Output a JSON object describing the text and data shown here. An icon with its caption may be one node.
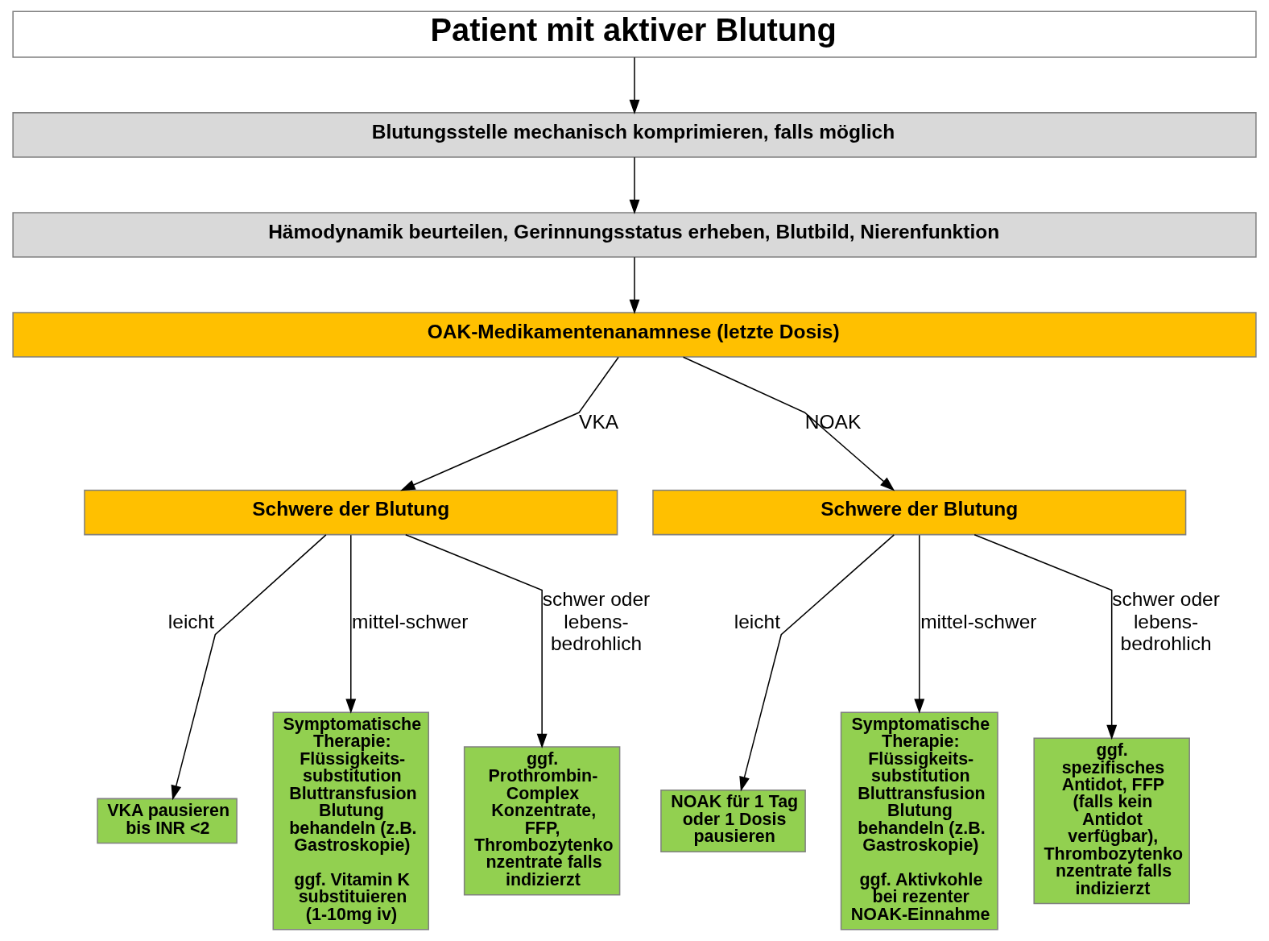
{
  "diagram": {
    "nodes": [
      {
        "text": [
          "Patient mit aktiver Blutung"
        ]
      },
      {
        "text": [
          "Blutungsstelle mechanisch komprimieren, falls möglich"
        ]
      },
      {
        "text": [
          "Hämodynamik beurteilen, Gerinnungsstatus erheben, Blutbild, Nierenfunktion"
        ]
      },
      {
        "text": [
          "OAK-Medikamentenanamnese (letzte Dosis)"
        ]
      },
      {
        "text": [
          "Schwere der Blutung"
        ]
      },
      {
        "text": [
          "Schwere der Blutung"
        ]
      },
      {
        "text": [
          "VKA pausieren bis INR <2"
        ]
      },
      {
        "text": [
          "Symptomatische Therapie: Flüssigkeits- substitution Bluttransfusion Blutung behandeln (z.B. Gastroskopie)",
          "ggf. Vitamin K substituieren (1-10mg iv)"
        ]
      },
      {
        "text": [
          "ggf. Prothrombin- Complex Konzentrate, FFP, Thrombozytenko nzentrate falls indizierzt"
        ]
      },
      {
        "text": [
          "NOAK für 1 Tag oder 1 Dosis pausieren"
        ]
      },
      {
        "text": [
          "Symptomatische Therapie: Flüssigkeits- substitution Bluttransfusion Blutung behandeln (z.B. Gastroskopie)",
          "ggf. Aktivkohle bei rezenter NOAK-Einnahme"
        ]
      },
      {
        "text": [
          "ggf. spezifisches Antidot, FFP (falls kein Antidot verfügbar), Thrombozytenko nzentrate falls indizierzt"
        ]
      }
    ],
    "edges": [
      {
        "from": 0,
        "to": 1,
        "arrow": "to"
      },
      {
        "from": 1,
        "to": 2,
        "arrow": "to"
      },
      {
        "from": 2,
        "to": 3,
        "arrow": "to"
      },
      {
        "from": 3,
        "to": 4,
        "arrow": "to",
        "label": "VKA"
      },
      {
        "from": 3,
        "to": 5,
        "arrow": "to",
        "label": "NOAK"
      },
      {
        "from": 4,
        "to": 6,
        "arrow": "to",
        "label": "leicht"
      },
      {
        "from": 4,
        "to": 7,
        "arrow": "to",
        "label": "mittel-schwer"
      },
      {
        "from": 4,
        "to": 8,
        "arrow": "to",
        "label": "schwer oder lebens- bedrohlich"
      },
      {
        "from": 5,
        "to": 9,
        "arrow": "to",
        "label": "leicht"
      },
      {
        "from": 5,
        "to": 10,
        "arrow": "to",
        "label": "mittel-schwer"
      },
      {
        "from": 5,
        "to": 11,
        "arrow": "to",
        "label": "schwer oder lebens- bedrohlich"
      }
    ]
  }
}
